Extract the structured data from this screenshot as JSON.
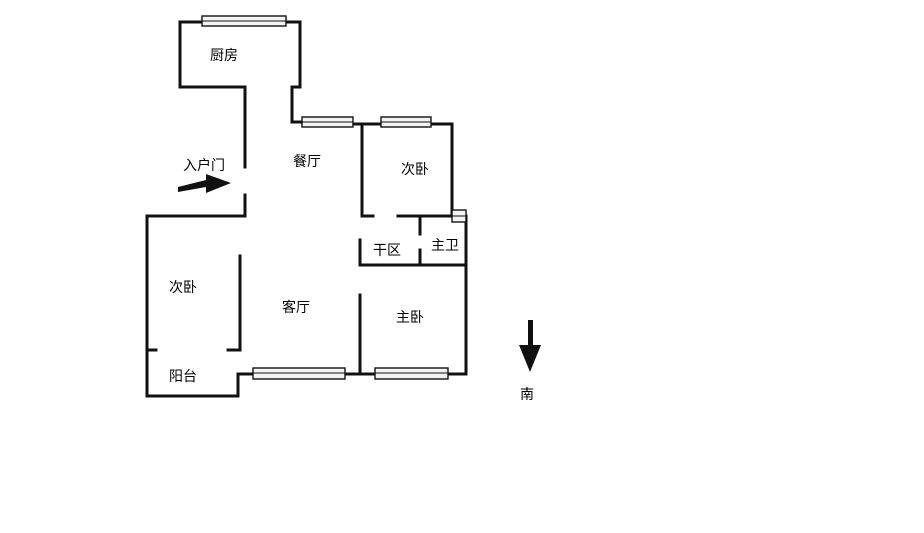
{
  "rooms": {
    "kitchen": "厨房",
    "dining": "餐厅",
    "second_bedroom_top": "次卧",
    "second_bedroom_left": "次卧",
    "dry_area": "干区",
    "master_bath": "主卫",
    "living": "客厅",
    "master_bedroom": "主卧",
    "balcony": "阳台"
  },
  "entrance": {
    "label": "入户门",
    "arrow_icon": "right-arrow-icon"
  },
  "compass": {
    "label": "南",
    "arrow_icon": "down-arrow-icon"
  },
  "colors": {
    "wall": "#111111",
    "window_fill": "#f4f4f4",
    "background": "#ffffff"
  }
}
